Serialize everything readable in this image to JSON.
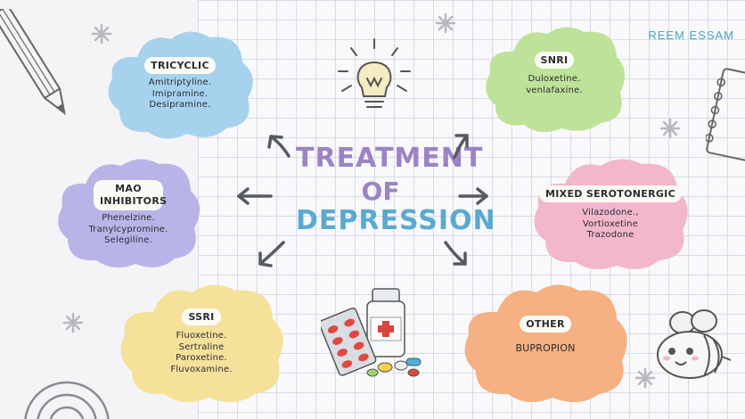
{
  "author": "REEM ESSAM",
  "title": {
    "line1": "TREATMENT",
    "line2": "OF",
    "line3": "DEPRESSION"
  },
  "colors": {
    "title_purple": "#9c84c4",
    "title_blue": "#5aa9d0",
    "tricyclic": "#a7d2ee",
    "snri": "#bfe29a",
    "mao": "#b9b4e8",
    "mixed": "#f3b7cd",
    "ssri": "#f6e19a",
    "other": "#f5b083",
    "arrow": "#555a63"
  },
  "clouds": {
    "tricyclic": {
      "title": "TRICYCLIC",
      "drugs": [
        "Amitriptyline.",
        "Imipramine.",
        "Desipramine."
      ]
    },
    "snri": {
      "title": "SNRI",
      "drugs": [
        "Duloxetine.",
        "venlafaxine."
      ]
    },
    "mao": {
      "title": "MAO INHIBITORS",
      "drugs": [
        "Phenelzine.",
        "Tranylcypromine.",
        "Selegiline."
      ]
    },
    "mixed": {
      "title": "MIXED SEROTONERGIC",
      "drugs": [
        "Vilazodone.,",
        "Vortioxetine",
        "Trazodone"
      ]
    },
    "ssri": {
      "title": "SSRI",
      "drugs": [
        "Fluoxetine.",
        "Sertraline",
        "Paroxetine.",
        "Fluvoxamine."
      ]
    },
    "other": {
      "title": "OTHER",
      "drugs": [
        "BUPROPION"
      ]
    }
  },
  "icons": [
    "pencil-icon",
    "lightbulb-icon",
    "notebook-icon",
    "sparkle-icon",
    "pill-bottle-icon",
    "blister-pack-icon",
    "bee-icon",
    "rainbow-icon"
  ]
}
